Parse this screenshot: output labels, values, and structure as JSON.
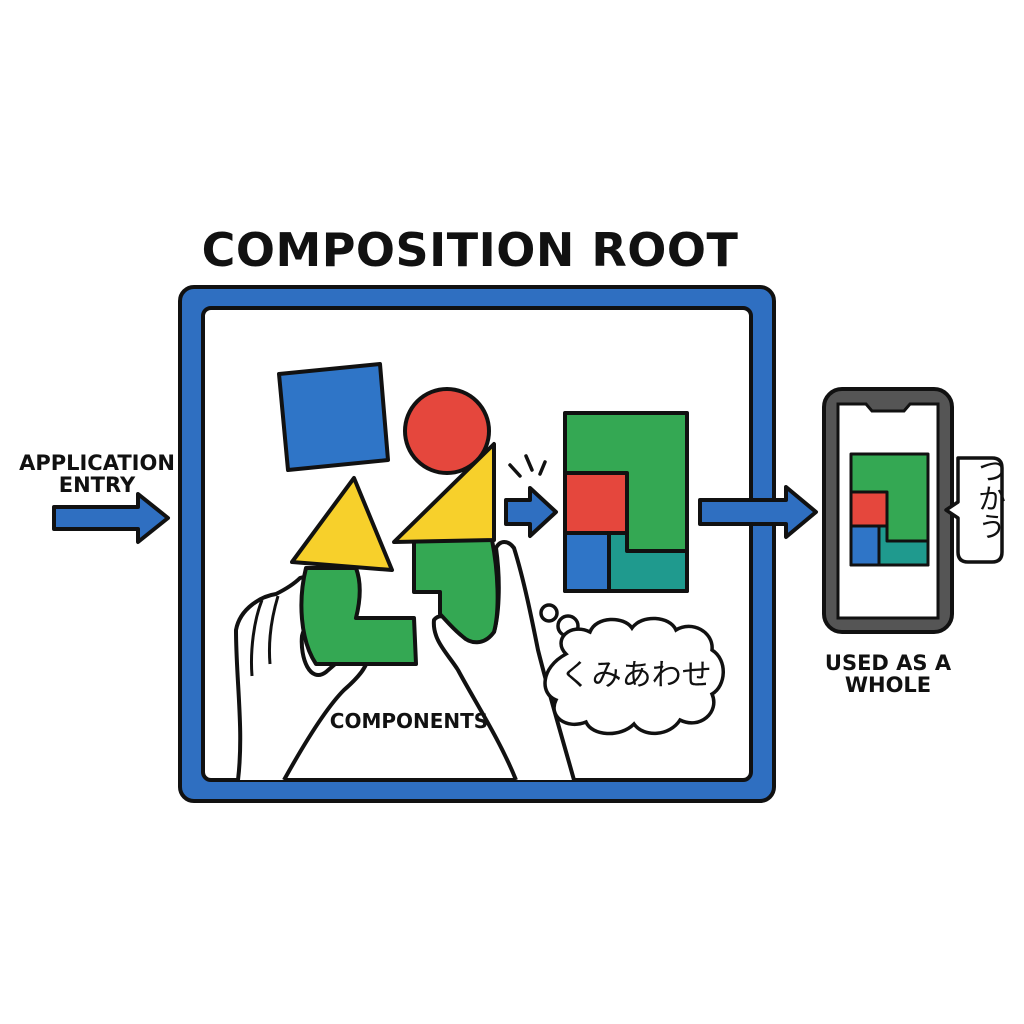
{
  "title": "COMPOSITION ROOT",
  "entry_label": "APPLICATION ENTRY",
  "components_label": "COMPONENTS",
  "thought_text": "くみあわせ",
  "phone_caption": "USED AS A WHOLE",
  "speech_text": "つかう",
  "colors": {
    "frame_blue": "#2f6fc1",
    "shape_blue": "#2f75c7",
    "shape_red": "#e5473d",
    "shape_green": "#34a853",
    "shape_yellow": "#f7d02b",
    "shape_teal": "#1f9a8e",
    "phone_gray": "#555555",
    "ink": "#111111"
  }
}
